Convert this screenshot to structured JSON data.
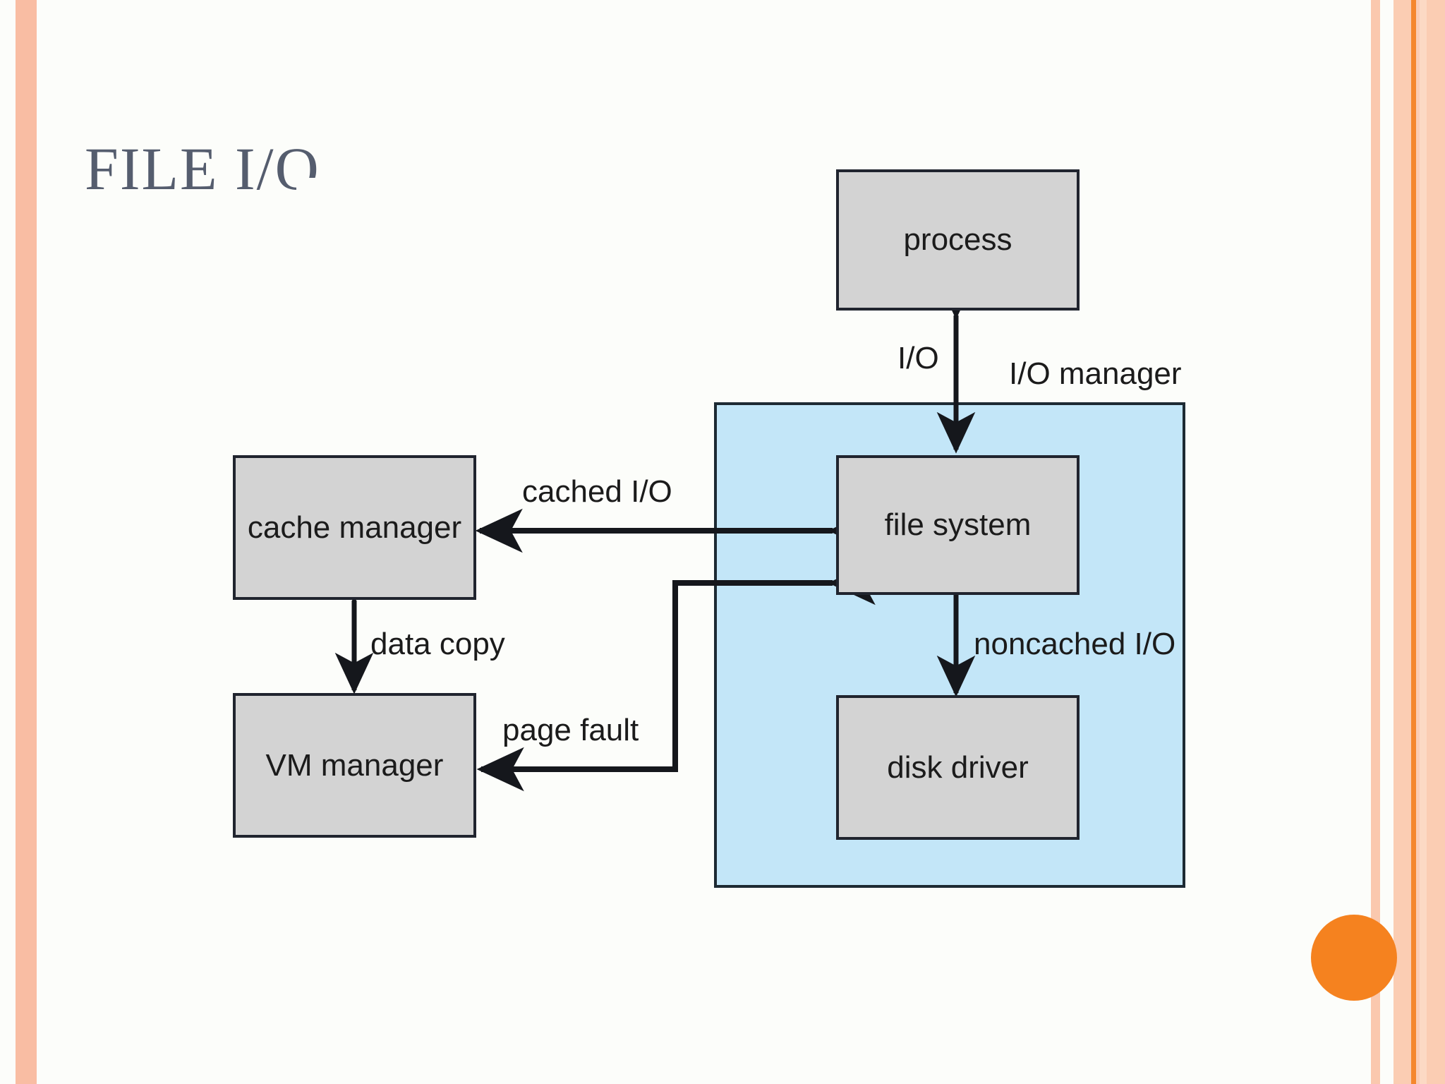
{
  "slide": {
    "title": "FILE I/O",
    "background_color": "#fcfdfa",
    "accent_color": "#f5821f",
    "border_color": "#f9bda3",
    "title_color": "#555d6e"
  },
  "diagram": {
    "type": "block-diagram",
    "panel": {
      "name": "I/O manager",
      "label": "I/O manager",
      "fill_color": "#c3e6f8",
      "contains": [
        "file system",
        "disk driver"
      ]
    },
    "nodes": [
      {
        "id": "process",
        "label": "process",
        "fill_color": "#d3d3d3"
      },
      {
        "id": "cache-manager",
        "label": "cache manager",
        "fill_color": "#d3d3d3"
      },
      {
        "id": "vm-manager",
        "label": "VM manager",
        "fill_color": "#d3d3d3"
      },
      {
        "id": "file-system",
        "label": "file system",
        "fill_color": "#d3d3d3"
      },
      {
        "id": "disk-driver",
        "label": "disk driver",
        "fill_color": "#d3d3d3"
      }
    ],
    "edges": [
      {
        "id": "io",
        "label": "I/O",
        "from": "process",
        "to": "file-system",
        "direction": "both"
      },
      {
        "id": "cached-io",
        "label": "cached I/O",
        "from": "file-system",
        "to": "cache-manager",
        "direction": "both"
      },
      {
        "id": "data-copy",
        "label": "data copy",
        "from": "cache-manager",
        "to": "vm-manager",
        "direction": "both"
      },
      {
        "id": "page-fault",
        "label": "page fault",
        "from": "vm-manager",
        "to": "file-system",
        "direction": "both"
      },
      {
        "id": "noncached-io",
        "label": "noncached I/O",
        "from": "file-system",
        "to": "disk-driver",
        "direction": "both"
      }
    ]
  }
}
